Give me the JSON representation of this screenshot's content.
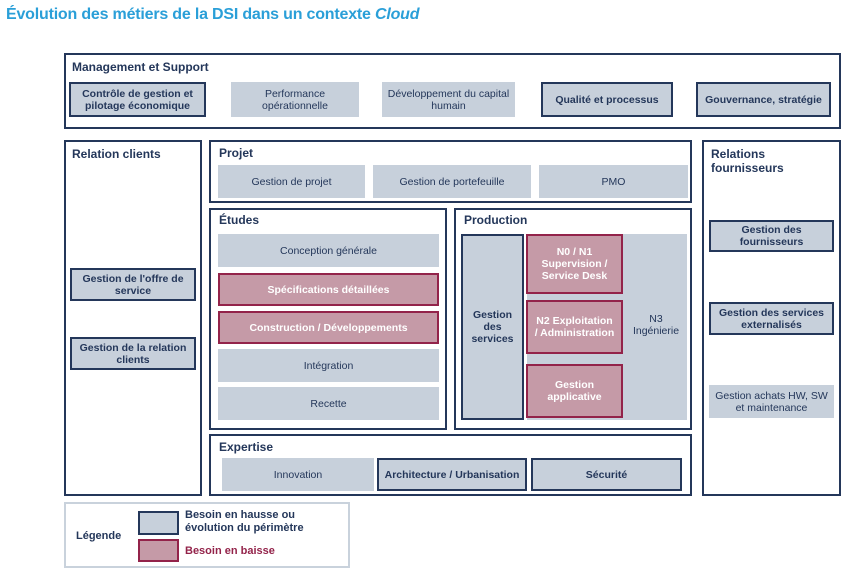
{
  "title": {
    "main": "Évolution des métiers de la DSI dans un contexte ",
    "italic": "Cloud"
  },
  "management": {
    "title": "Management et Support",
    "items": [
      "Contrôle de gestion et pilotage économique",
      "Performance opérationnelle",
      "Développement du capital humain",
      "Qualité et processus",
      "Gouvernance, stratégie"
    ]
  },
  "relation_clients": {
    "title": "Relation clients",
    "items": [
      "Gestion de l'offre de service",
      "Gestion de la relation clients"
    ]
  },
  "projet": {
    "title": "Projet",
    "items": [
      "Gestion de projet",
      "Gestion de portefeuille",
      "PMO"
    ]
  },
  "etudes": {
    "title": "Études",
    "items": [
      "Conception générale",
      "Spécifications détaillées",
      "Construction / Développements",
      "Intégration",
      "Recette"
    ]
  },
  "production": {
    "title": "Production",
    "gestion_services": "Gestion des services",
    "n0": "N0 / N1 Supervision / Service Desk",
    "n2": "N2 Exploitation / Administration",
    "gestion_applicative": "Gestion applicative",
    "n3": "N3 Ingénierie"
  },
  "relations_fournisseurs": {
    "title": "Relations fournisseurs",
    "items": [
      "Gestion des fournisseurs",
      "Gestion des services externalisés",
      "Gestion achats HW, SW et maintenance"
    ]
  },
  "expertise": {
    "title": "Expertise",
    "items": [
      "Innovation",
      "Architecture / Urbanisation",
      "Sécurité"
    ]
  },
  "legend": {
    "label": "Légende",
    "up": "Besoin en hausse ou évolution du périmètre",
    "down": "Besoin en baisse"
  },
  "colors": {
    "title": "#2a9fd8",
    "navy": "#24375a",
    "box_fill": "#c7d0db",
    "decline_fill": "#c59aa7",
    "decline_border": "#93234a"
  }
}
